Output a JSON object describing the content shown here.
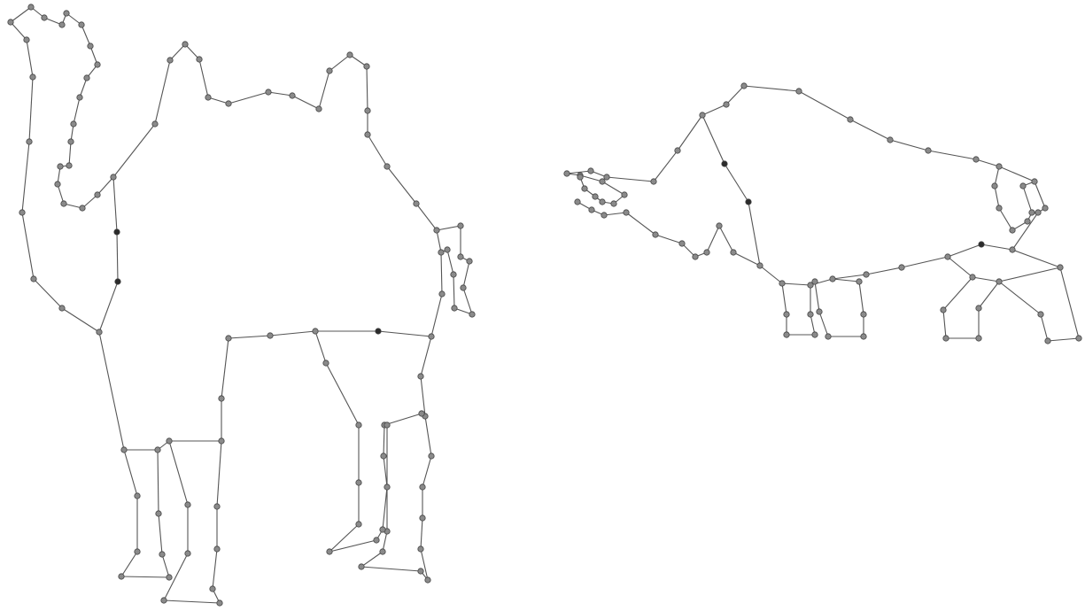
{
  "figures": [
    {
      "name": "camel-graph",
      "subject": "camel",
      "shape": "polygon-outline-with-vertices"
    },
    {
      "name": "bull-graph",
      "subject": "bull",
      "shape": "polygon-outline-with-vertices"
    }
  ],
  "colors": {
    "background": "#ffffff",
    "edge": "#555555",
    "vertex_fill": "#8a8a8a",
    "vertex_dark": "#2b2b2b"
  }
}
